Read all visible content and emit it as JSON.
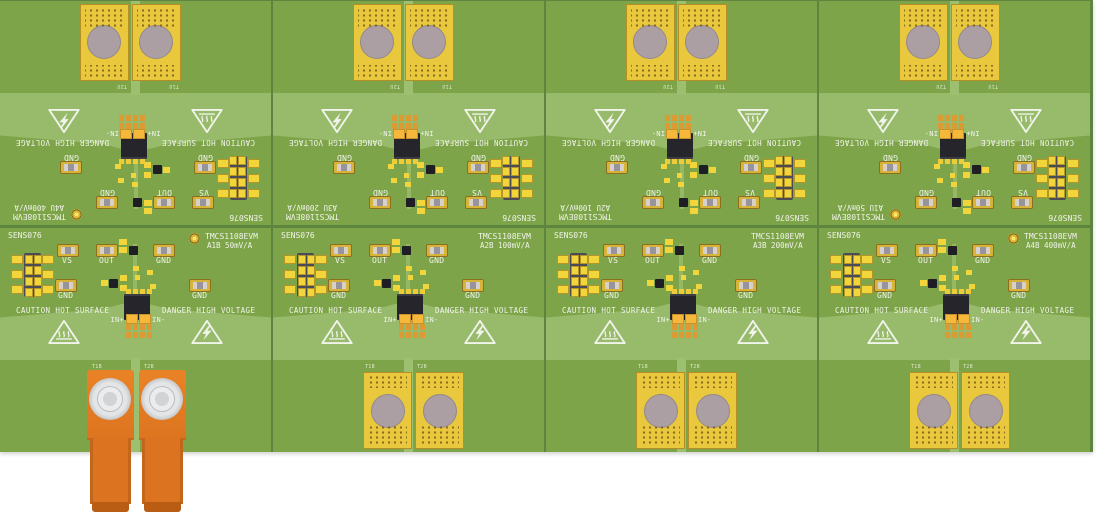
{
  "panel": {
    "labels": {
      "caution": "CAUTION HOT SURFACE",
      "danger": "DANGER HIGH VOLTAGE",
      "vs": "VS",
      "out": "OUT",
      "gnd": "GND",
      "in_plus": "IN+",
      "in_minus": "IN-"
    },
    "colors": {
      "board_green": "#7ea449",
      "copper_pour": "#98ba6b",
      "panel_edge": "#5e8540",
      "gold_pad": "#e9c83e",
      "terminal_orange": "#e2761c",
      "silkscreen_white": "#f0f4ea",
      "ic_black": "#25252b"
    },
    "boards": [
      {
        "row": "top",
        "col": 0,
        "sens": "SENS076",
        "title": "TMCS1108EVM",
        "variant": "A4U 400mV/A",
        "terminals": "pads",
        "fiducial": true,
        "t_labels": [
          "T1U",
          "T2U"
        ]
      },
      {
        "row": "top",
        "col": 1,
        "sens": "SENS076",
        "title": "TMCS1108EVM",
        "variant": "A3U 200mV/A",
        "terminals": "pads",
        "fiducial": false,
        "t_labels": [
          "T1U",
          "T2U"
        ]
      },
      {
        "row": "top",
        "col": 2,
        "sens": "SENS076",
        "title": "TMCS1108EVM",
        "variant": "A2U 100mV/A",
        "terminals": "pads",
        "fiducial": false,
        "t_labels": [
          "T1U",
          "T2U"
        ]
      },
      {
        "row": "top",
        "col": 3,
        "sens": "SENS076",
        "title": "TMCS1108EVM",
        "variant": "A1U 50mV/A",
        "terminals": "pads",
        "fiducial": true,
        "t_labels": [
          "T1U",
          "T2U"
        ]
      },
      {
        "row": "bottom",
        "col": 0,
        "sens": "SENS076",
        "title": "TMCS1108EVM",
        "variant": "A1B 50mV/A",
        "terminals": "screw",
        "fiducial": true,
        "t_labels": [
          "T1B",
          "T2B"
        ]
      },
      {
        "row": "bottom",
        "col": 1,
        "sens": "SENS076",
        "title": "TMCS1108EVM",
        "variant": "A2B 100mV/A",
        "terminals": "pads",
        "fiducial": false,
        "t_labels": [
          "T1B",
          "T2B"
        ]
      },
      {
        "row": "bottom",
        "col": 2,
        "sens": "SENS076",
        "title": "TMCS1108EVM",
        "variant": "A3B 200mV/A",
        "terminals": "pads",
        "fiducial": false,
        "t_labels": [
          "T1B",
          "T2B"
        ]
      },
      {
        "row": "bottom",
        "col": 3,
        "sens": "SENS076",
        "title": "TMCS1108EVM",
        "variant": "A4B 400mV/A",
        "terminals": "pads",
        "fiducial": true,
        "t_labels": [
          "T1B",
          "T2B"
        ]
      }
    ]
  }
}
